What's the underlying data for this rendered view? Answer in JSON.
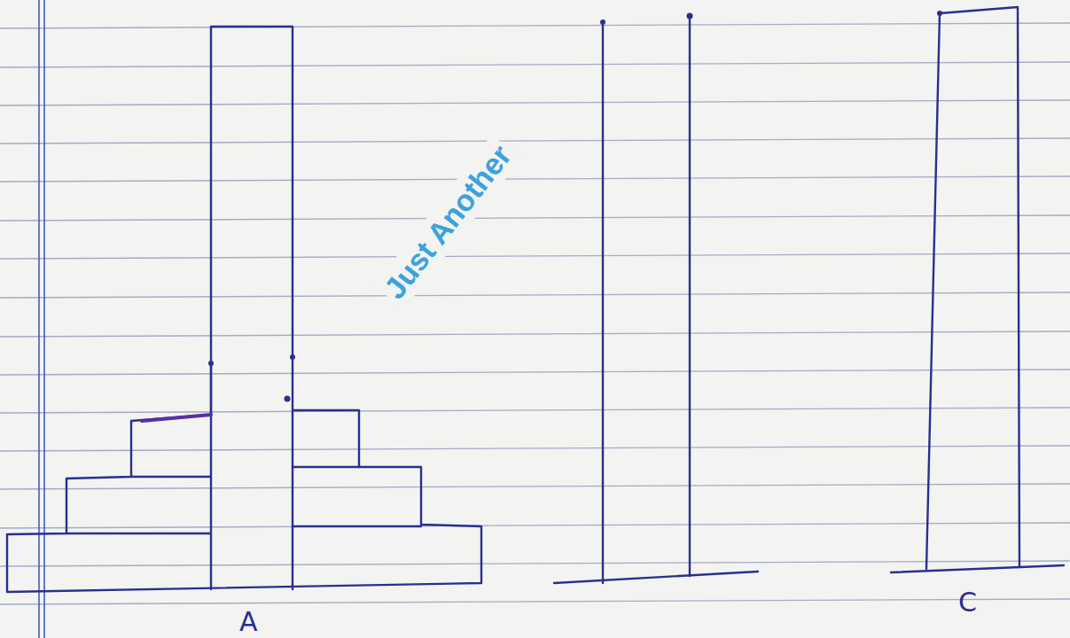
{
  "diagram": {
    "labels": [
      "A",
      "C",
      "Just Another"
    ]
  }
}
